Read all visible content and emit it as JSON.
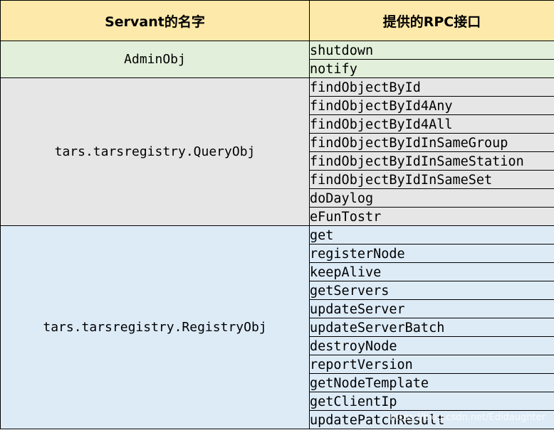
{
  "table": {
    "header": {
      "servant_col": "Servant的名字",
      "rpc_col": "提供的RPC接口"
    },
    "colors": {
      "header_bg": "#fde9a9",
      "admin_bg": "#e2efda",
      "query_bg": "#e7e6e6",
      "registry_bg": "#ddebf7",
      "border": "#000000"
    },
    "groups": [
      {
        "servant": "AdminObj",
        "color_key": "admin_bg",
        "methods": [
          "shutdown",
          "notify"
        ]
      },
      {
        "servant": "tars.tarsregistry.QueryObj",
        "color_key": "query_bg",
        "methods": [
          "findObjectById",
          "findObjectById4Any",
          "findObjectById4All",
          "findObjectByIdInSameGroup",
          "findObjectByIdInSameStation",
          "findObjectByIdInSameSet",
          "doDaylog",
          "eFunTostr"
        ]
      },
      {
        "servant": "tars.tarsregistry.RegistryObj",
        "color_key": "registry_bg",
        "methods": [
          "get",
          "registerNode",
          "keepAlive",
          "getServers",
          "updateServer",
          "updateServerBatch",
          "destroyNode",
          "reportVersion",
          "getNodeTemplate",
          "getClientIp",
          "updatePatchResult"
        ]
      }
    ]
  },
  "watermark": "https://blog.csdn.net/Edidaughter"
}
